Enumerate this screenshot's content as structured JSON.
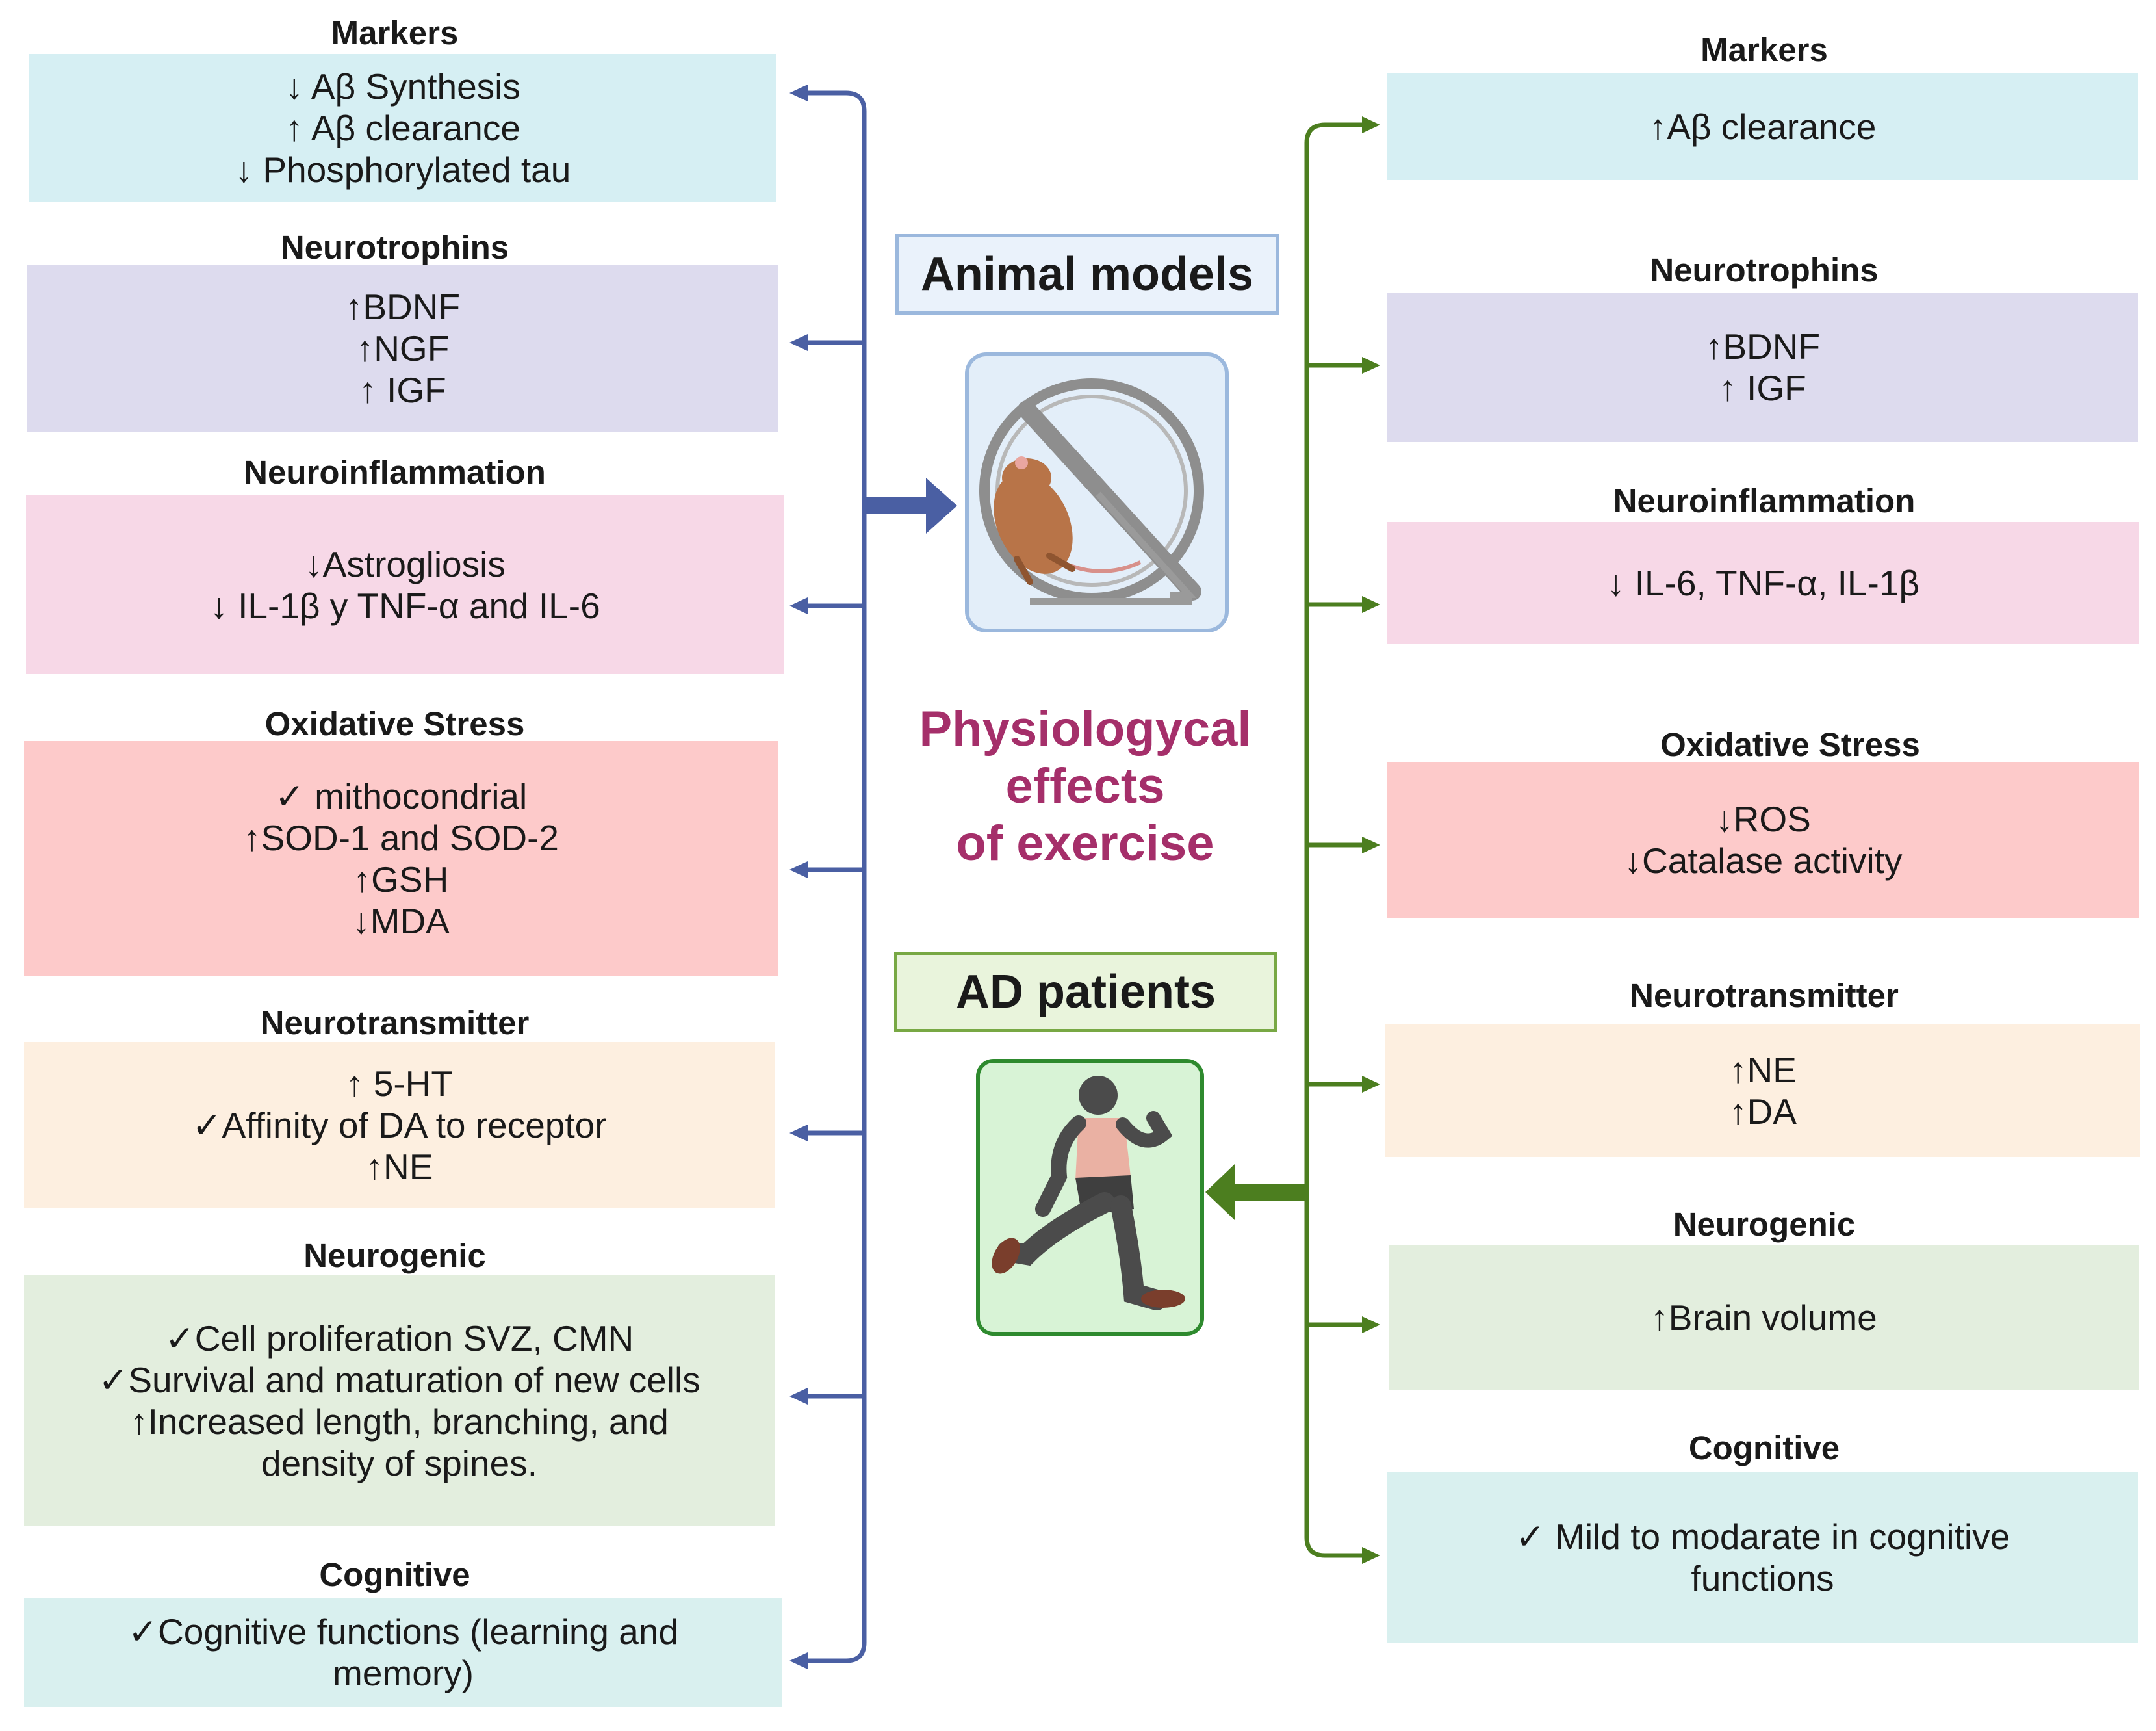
{
  "left_panel": [
    {
      "title": "Markers",
      "lines": [
        "↓ Aβ Synthesis",
        "↑ Aβ clearance",
        "↓ Phosphorylated tau"
      ]
    },
    {
      "title": "Neurotrophins",
      "lines": [
        "↑BDNF",
        "↑NGF",
        "↑ IGF"
      ]
    },
    {
      "title": "Neuroinflammation",
      "lines": [
        "↓Astrogliosis",
        "↓ IL-1β y TNF-α and  IL-6"
      ]
    },
    {
      "title": "Oxidative Stress",
      "lines": [
        "✓ mithocondrial",
        "↑SOD-1 and SOD-2",
        "↑GSH",
        "↓MDA"
      ]
    },
    {
      "title": "Neurotransmitter",
      "lines": [
        "↑ 5-HT",
        "✓Affinity of DA to receptor",
        "↑NE"
      ]
    },
    {
      "title": "Neurogenic",
      "lines": [
        "✓Cell proliferation SVZ, CMN",
        "✓Survival and maturation of new cells",
        "↑Increased length, branching, and",
        "density of spines."
      ]
    },
    {
      "title": "Cognitive",
      "lines": [
        "✓Cognitive functions (learning and",
        "memory)"
      ]
    }
  ],
  "right_panel": [
    {
      "title": "Markers",
      "lines": [
        "↑Aβ clearance"
      ]
    },
    {
      "title": "Neurotrophins",
      "lines": [
        "↑BDNF",
        "↑ IGF"
      ]
    },
    {
      "title": "Neuroinflammation",
      "lines": [
        "↓ IL-6, TNF-α, IL-1β"
      ]
    },
    {
      "title": "Oxidative Stress",
      "lines": [
        "↓ROS",
        "↓Catalase activity"
      ]
    },
    {
      "title": "Neurotransmitter",
      "lines": [
        "↑NE",
        "↑DA"
      ]
    },
    {
      "title": "Neurogenic",
      "lines": [
        "↑Brain volume"
      ]
    },
    {
      "title": "Cognitive",
      "lines": [
        "✓ Mild to modarate in cognitive",
        "functions"
      ]
    }
  ],
  "center": {
    "animal_label": "Animal models",
    "ad_label": "AD patients",
    "title_lines": [
      "Physiologycal",
      "effects",
      "of exercise"
    ],
    "animal_icon": "hamster-wheel-icon",
    "patient_icon": "running-person-icon"
  },
  "colors": {
    "left_bracket": "#4a5fa3",
    "right_bracket": "#4c7e1f",
    "title_accent": "#a52f6a"
  }
}
